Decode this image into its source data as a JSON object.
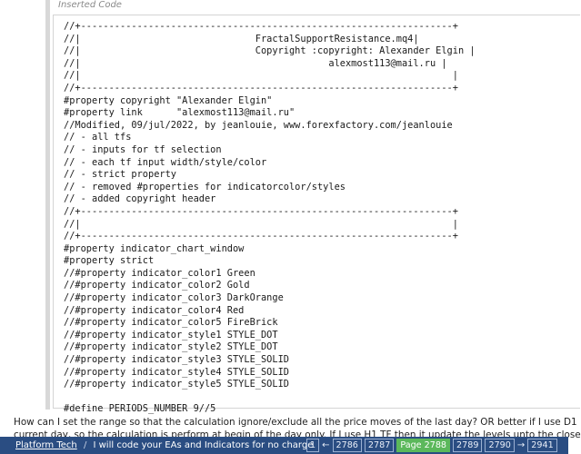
{
  "code_block": {
    "label": "Inserted Code",
    "lines": [
      "//+------------------------------------------------------------------+",
      "//|                               FractalSupportResistance.mq4|",
      "//|                               Copyright :copyright: Alexander Elgin |",
      "//|                                            alexmost113@mail.ru |",
      "//|                                                                  |",
      "//+------------------------------------------------------------------+",
      "#property copyright \"Alexander Elgin\"",
      "#property link      \"alexmost113@mail.ru\"",
      "//Modified, 09/jul/2022, by jeanlouie, www.forexfactory.com/jeanlouie",
      "// - all tfs",
      "// - inputs for tf selection",
      "// - each tf input width/style/color",
      "// - strict property",
      "// - removed #properties for indicatorcolor/styles",
      "// - added copyright header",
      "//+------------------------------------------------------------------+",
      "//|                                                                  |",
      "//+------------------------------------------------------------------+",
      "#property indicator_chart_window",
      "#property strict",
      "//#property indicator_color1 Green",
      "//#property indicator_color2 Gold",
      "//#property indicator_color3 DarkOrange",
      "//#property indicator_color4 Red",
      "//#property indicator_color5 FireBrick",
      "//#property indicator_style1 STYLE_DOT",
      "//#property indicator_style2 STYLE_DOT",
      "//#property indicator_style3 STYLE_SOLID",
      "//#property indicator_style4 STYLE_SOLID",
      "//#property indicator_style5 STYLE_SOLID",
      "",
      "#define PERIODS_NUMBER 9//5"
    ]
  },
  "post": {
    "line1": "How can I set the range so that the calculation ignore/exclude all the price moves of the last day? OR better if I use D1",
    "line2": "current day, so the calculation is perform at begin of the day only. If I use H1 TF then it update the levels unto the close"
  },
  "footer": {
    "breadcrumb_forum": "Platform Tech",
    "breadcrumb_sep": "/",
    "breadcrumb_thread": "I will code your EAs and Indicators for no charge",
    "pager": {
      "first": "1",
      "prev_arrow": "←",
      "pages": [
        "2786",
        "2787"
      ],
      "current": "Page 2788",
      "next_pages": [
        "2789",
        "2790"
      ],
      "next_arrow": "→",
      "last": "2941"
    }
  },
  "colors": {
    "footer_bg": "#2a4d82",
    "current_page": "#5bb85b"
  }
}
